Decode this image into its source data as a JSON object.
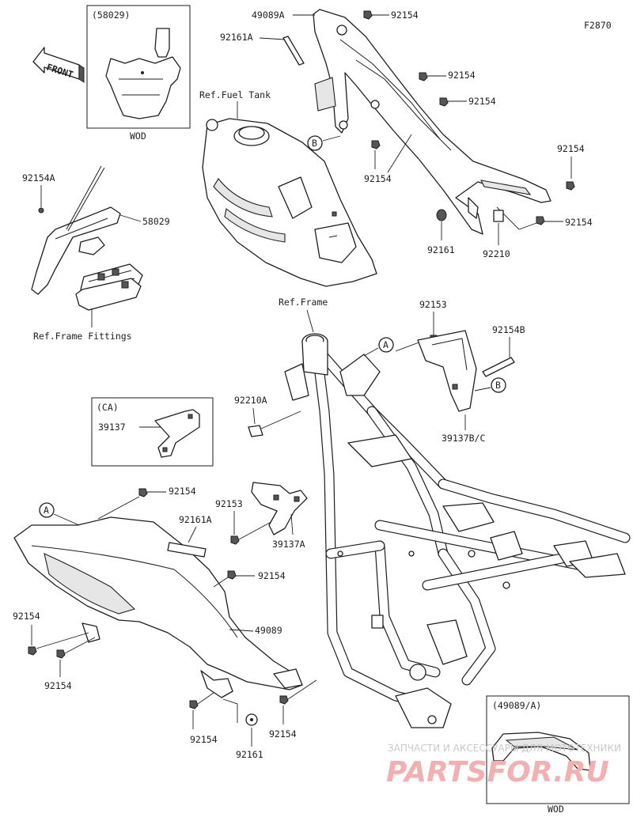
{
  "figure_code": "F2870",
  "front_label": "FRONT",
  "references": {
    "fuel_tank": "Ref.Fuel Tank",
    "frame": "Ref.Frame",
    "frame_fittings": "Ref.Frame Fittings"
  },
  "inset_boxes": {
    "number_plate": {
      "title": "(58029)",
      "caption": "WOD"
    },
    "bracket_ca": {
      "title": "(CA)",
      "part": "39137"
    },
    "cover_a": {
      "title": "(49089/A)",
      "caption": "WOD"
    }
  },
  "callouts": {
    "a": "A",
    "b": "B"
  },
  "part_labels": {
    "p49089A": "49089A",
    "p92161A_top": "92161A",
    "p92154_top1": "92154",
    "p92154_top2": "92154",
    "p92154_top3": "92154",
    "p92154_tank": "92154",
    "p92154_right1": "92154",
    "p92154_right2": "92154",
    "p92161_top": "92161",
    "p92210": "92210",
    "p92154A": "92154A",
    "p58029": "58029",
    "p92153_top": "92153",
    "p92154B": "92154B",
    "p39137BC": "39137B/C",
    "p92210A": "92210A",
    "p92154_cover": "92154",
    "p92161A_cover": "92161A",
    "p92153_mid": "92153",
    "p39137A": "39137A",
    "p92154_mid": "92154",
    "p49089": "49089",
    "p92154_left1": "92154",
    "p92154_left2": "92154",
    "p92154_bot1": "92154",
    "p92161_bot": "92161",
    "p92154_bot2": "92154"
  },
  "watermark": {
    "line1": "ЗАПЧАСТИ И АКСЕССУАРЫ ДЛЯ МОТОТЕХНИКИ",
    "line2": "PARTSFOR.RU"
  }
}
